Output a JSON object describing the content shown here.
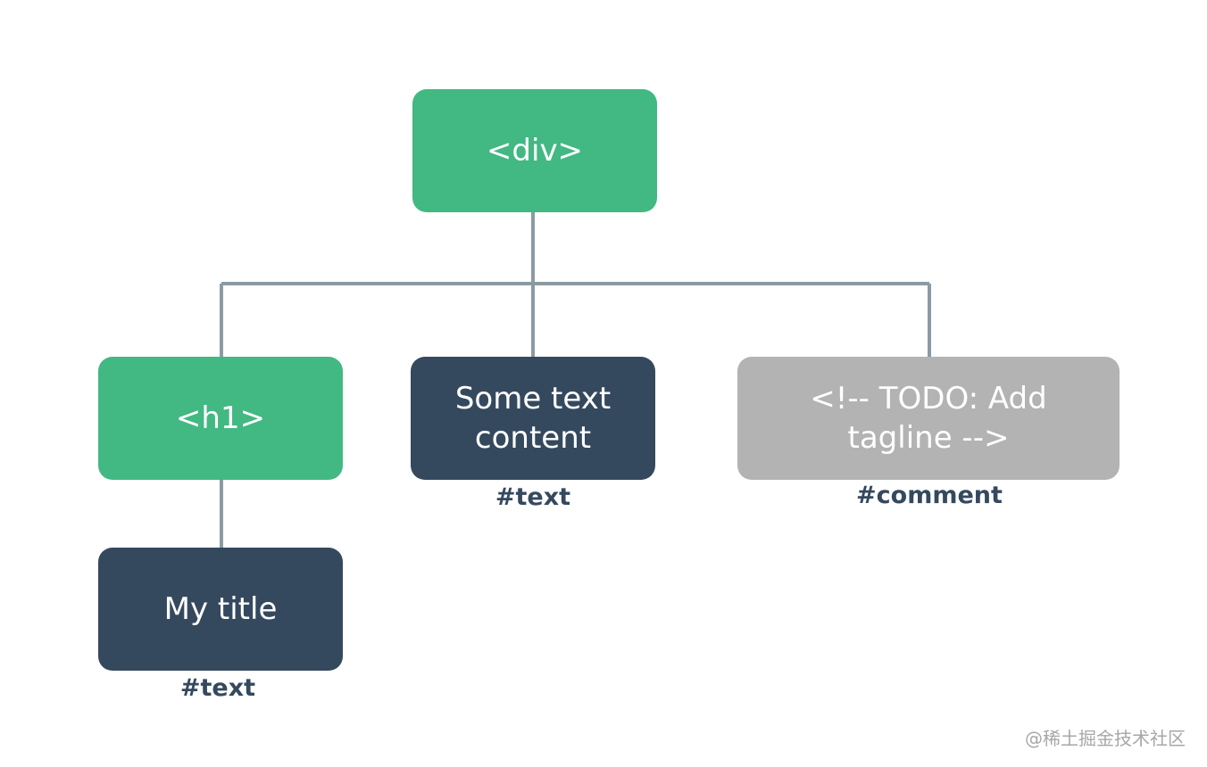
{
  "colors": {
    "element": "#42b883",
    "text": "#35495e",
    "comment": "#b3b3b3",
    "connector": "#8a9ba3",
    "background": "#ffffff"
  },
  "nodes": {
    "div": {
      "label": "<div>"
    },
    "h1": {
      "label": "<h1>"
    },
    "some_text": {
      "label": "Some text content",
      "type_label": "#text"
    },
    "comment": {
      "label": "<!-- TODO: Add tagline  -->",
      "type_label": "#comment"
    },
    "my_title": {
      "label": "My title",
      "type_label": "#text"
    }
  },
  "watermark": "@稀土掘金技术社区"
}
